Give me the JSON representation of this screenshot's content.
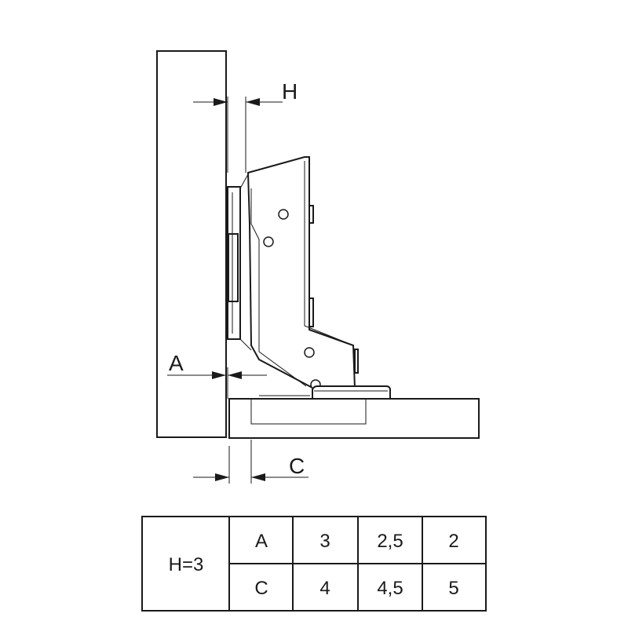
{
  "labels": {
    "H": "H",
    "A": "A",
    "C": "C"
  },
  "table": {
    "row_header": "H=3",
    "rows": [
      {
        "name": "A",
        "values": [
          "3",
          "2,5",
          "2"
        ]
      },
      {
        "name": "C",
        "values": [
          "4",
          "4,5",
          "5"
        ]
      }
    ]
  }
}
